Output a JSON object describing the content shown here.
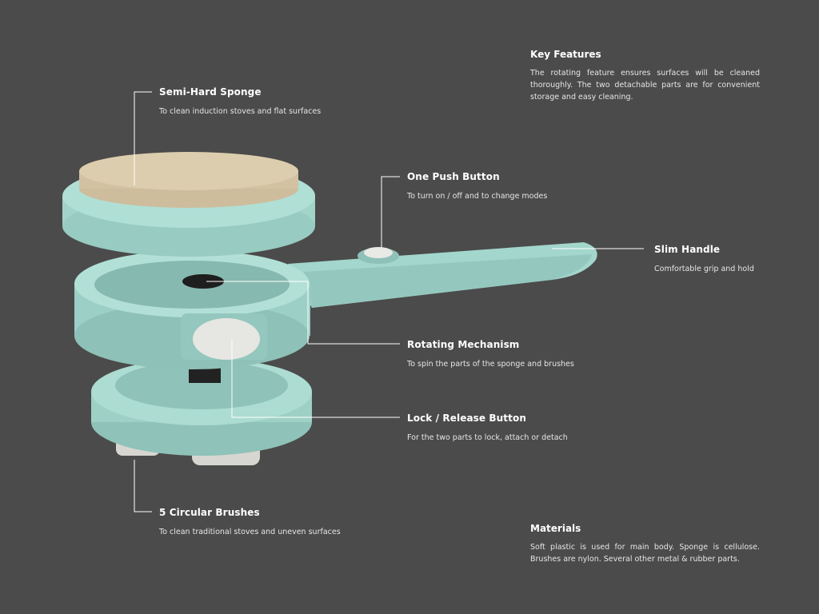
{
  "key_features": {
    "title": "Key Features",
    "text": "The rotating feature ensures surfaces will be cleaned thoroughly. The two detachable parts are for convenient storage and easy cleaning."
  },
  "materials": {
    "title": "Materials",
    "text": "Soft plastic is used for main body. Sponge is cellulose. Brushes are nylon. Several other metal & rubber parts."
  },
  "callouts": [
    {
      "title": "Semi-Hard Sponge",
      "text": "To clean induction stoves and flat surfaces"
    },
    {
      "title": "One Push Button",
      "text": "To turn on / off and to change modes"
    },
    {
      "title": "Slim Handle",
      "text": "Comfortable grip and hold"
    },
    {
      "title": "Rotating Mechanism",
      "text": "To spin the parts of the sponge and brushes"
    },
    {
      "title": "Lock / Release Button",
      "text": "For the two parts to lock, attach or detach"
    },
    {
      "title": "5 Circular Brushes",
      "text": "To clean traditional stoves and uneven surfaces"
    }
  ],
  "colors": {
    "background": "#4b4b4b",
    "body": "#a9d9d0",
    "sponge": "#d6c6a6"
  }
}
